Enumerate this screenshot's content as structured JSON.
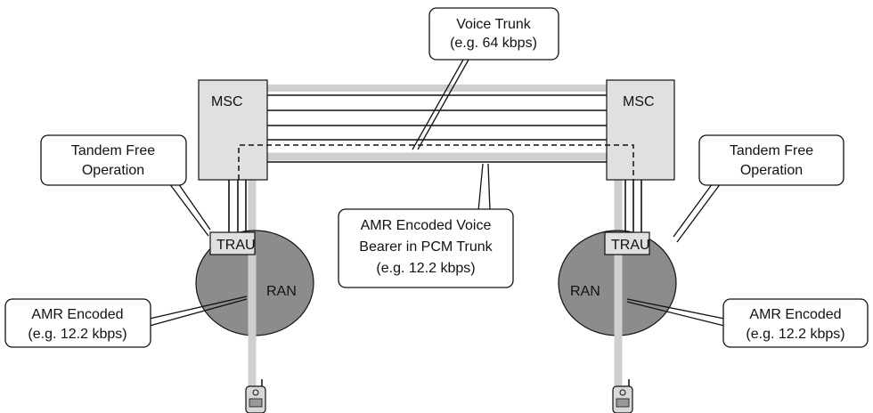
{
  "labels": {
    "msc_left": "MSC",
    "msc_right": "MSC",
    "trau_left": "TRAU",
    "trau_right": "TRAU",
    "ran_left": "RAN",
    "ran_right": "RAN"
  },
  "callouts": {
    "voice_trunk": [
      "Voice Trunk",
      "(e.g. 64 kbps)"
    ],
    "tfo_left": [
      "Tandem Free",
      "Operation"
    ],
    "tfo_right": [
      "Tandem Free",
      "Operation"
    ],
    "amr_bearer": [
      "AMR Encoded Voice",
      "Bearer in PCM Trunk",
      "(e.g. 12.2 kbps)"
    ],
    "amr_left": [
      "AMR Encoded",
      "(e.g. 12.2 kbps)"
    ],
    "amr_right": [
      "AMR Encoded",
      "(e.g. 12.2 kbps)"
    ]
  },
  "colors": {
    "box_fill": "#e0e0e0",
    "ran_fill": "#8c8c8c",
    "bearer_path": "#cfcfcf",
    "line": "#111111"
  }
}
